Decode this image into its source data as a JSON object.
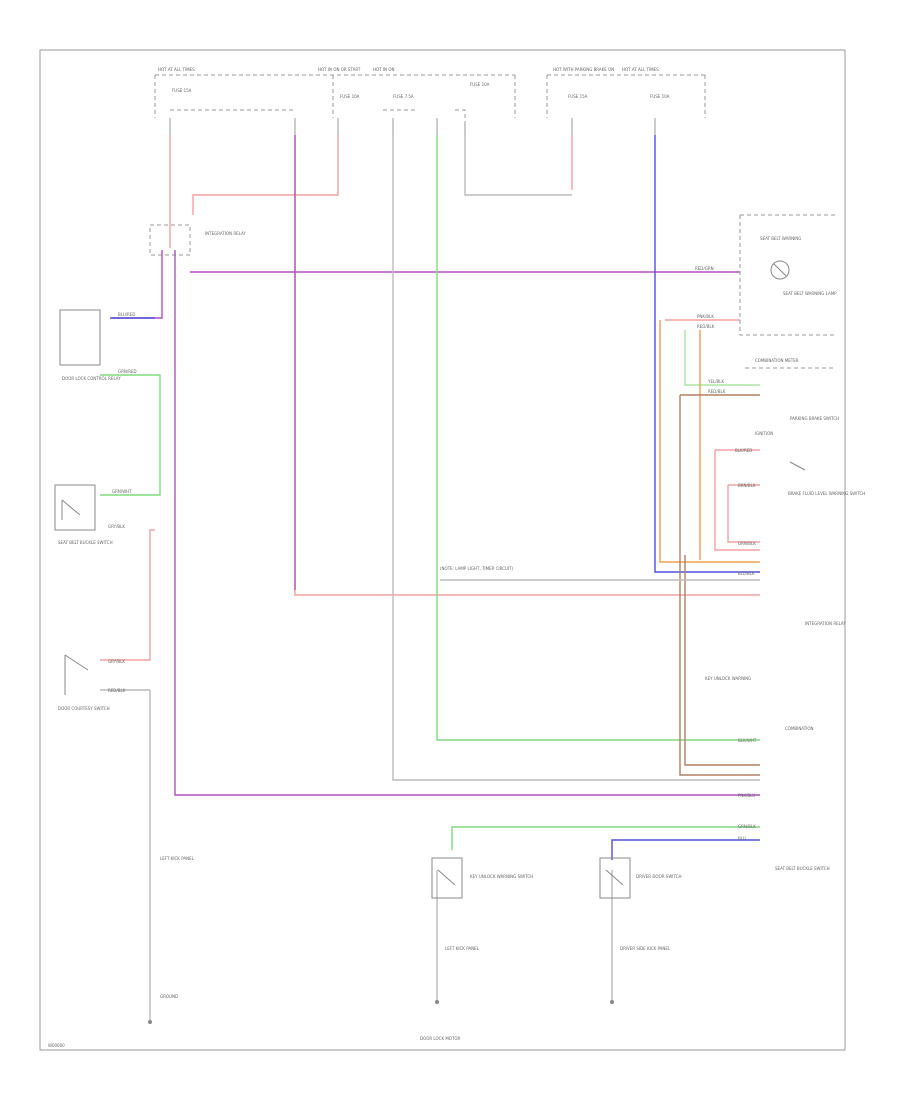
{
  "diagram": {
    "footer_code": "W00000",
    "labels": {
      "top_left_fuse_group": "HOT AT ALL TIMES",
      "top_mid_fuse_group": "HOT IN ON OR START",
      "top_mid_fuse_group2": "HOT IN ON",
      "top_right_group": "HOT WITH PARKING BRAKE ON",
      "top_far_right_group": "HOT AT ALL TIMES",
      "fuse_1": "FUSE 15A",
      "fuse_2": "FUSE 10A",
      "fuse_3": "FUSE 7.5A",
      "fuse_4": "FUSE 10A",
      "fuse_5": "FUSE 15A",
      "fuse_6": "FUSE 10A",
      "relay_junction": "INTEGRATION RELAY",
      "seat_belt_warning": "SEAT BELT WARNING",
      "left_unit_1": "DOOR LOCK CONTROL RELAY",
      "left_unit_2": "SEAT BELT BUCKLE SWITCH",
      "left_unit_3": "DOOR COURTESY SWITCH",
      "bottom_left_1": "LEFT KICK PANEL",
      "bottom_left_2": "GROUND",
      "bottom_mid_1": "KEY UNLOCK WARNING SWITCH",
      "bottom_mid_2": "LEFT KICK PANEL",
      "bottom_mid_3": "DOOR LOCK MOTOR",
      "bottom_right_1": "DRIVER DOOR SWITCH",
      "bottom_right_2": "DRIVER SIDE KICK PANEL",
      "right_combination_meter": "COMBINATION METER",
      "right_seat_belt_warning_lamp": "SEAT BELT WARNING LAMP",
      "right_ecu": "INTEGRATION RELAY",
      "right_parking_brake": "PARKING BRAKE SWITCH",
      "right_brake_fluid": "BRAKE FLUID LEVEL WARNING SWITCH",
      "right_key_unlock": "KEY UNLOCK WARNING",
      "right_bottom": "SEAT BELT BUCKLE SWITCH",
      "right_connector_a": "IGNITION",
      "right_connector_b": "COMBINATION",
      "center_note": "(NOTE: LAMP LIGHT, TIMER CIRCUIT)"
    },
    "wire_codes": {
      "w1": "BLU/RED",
      "w2": "GRN/RED",
      "w3": "GRN/WHT",
      "w4": "GRY/BLK",
      "w5": "GRY/BLK",
      "w6": "RED/BLK",
      "w7": "RED/GRN",
      "w8": "PNK/BLK",
      "w9": "RED/BLK",
      "w10": "YEL/BLK",
      "w11": "RED/BLK",
      "w12": "BLK/RED",
      "w13": "BRN/BLK",
      "w14": "GRN/BLK",
      "w15": "BLU/BLK",
      "w16": "BLK/WHT",
      "w17": "PNK/BLU",
      "w18": "GRN/BLK",
      "w19": "BLU"
    },
    "colors": {
      "red": "#f4a0a0",
      "purple": "#b44fc4",
      "green": "#7edc7e",
      "blue": "#5050e0",
      "orange": "#f0a050",
      "brown": "#b08060",
      "gray": "#aaaaaa",
      "olive": "#c8c890"
    }
  }
}
